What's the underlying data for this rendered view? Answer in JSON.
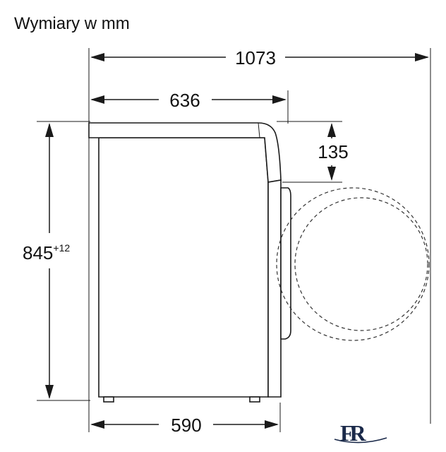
{
  "title": "Wymiary w mm",
  "dimensions": {
    "total_depth_with_door": "1073",
    "top_depth": "636",
    "door_height": "135",
    "height": "845",
    "height_tolerance": "+12",
    "base_depth": "590"
  },
  "logo": {
    "text": "FR",
    "color": "#1b2a4a"
  }
}
